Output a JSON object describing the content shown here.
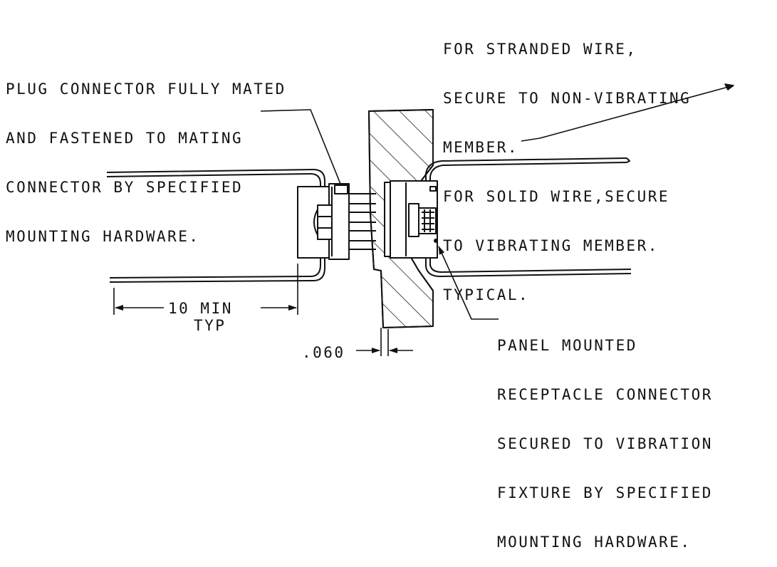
{
  "notes": {
    "plug": [
      "PLUG CONNECTOR FULLY MATED",
      "AND FASTENED TO MATING",
      "CONNECTOR BY SPECIFIED",
      "MOUNTING HARDWARE."
    ],
    "wire": [
      "FOR STRANDED WIRE,",
      "SECURE TO NON-VIBRATING",
      "MEMBER.",
      "FOR SOLID WIRE,SECURE",
      "TO VIBRATING MEMBER.",
      "TYPICAL."
    ],
    "panel": [
      "PANEL MOUNTED",
      "RECEPTACLE CONNECTOR",
      "SECURED TO VIBRATION",
      "FIXTURE BY SPECIFIED",
      "MOUNTING HARDWARE."
    ]
  },
  "dimensions": {
    "ten_min": "10 MIN",
    "typ": "TYP",
    "thickness": ".060"
  },
  "colors": {
    "ink": "#111111",
    "paper": "#ffffff"
  }
}
